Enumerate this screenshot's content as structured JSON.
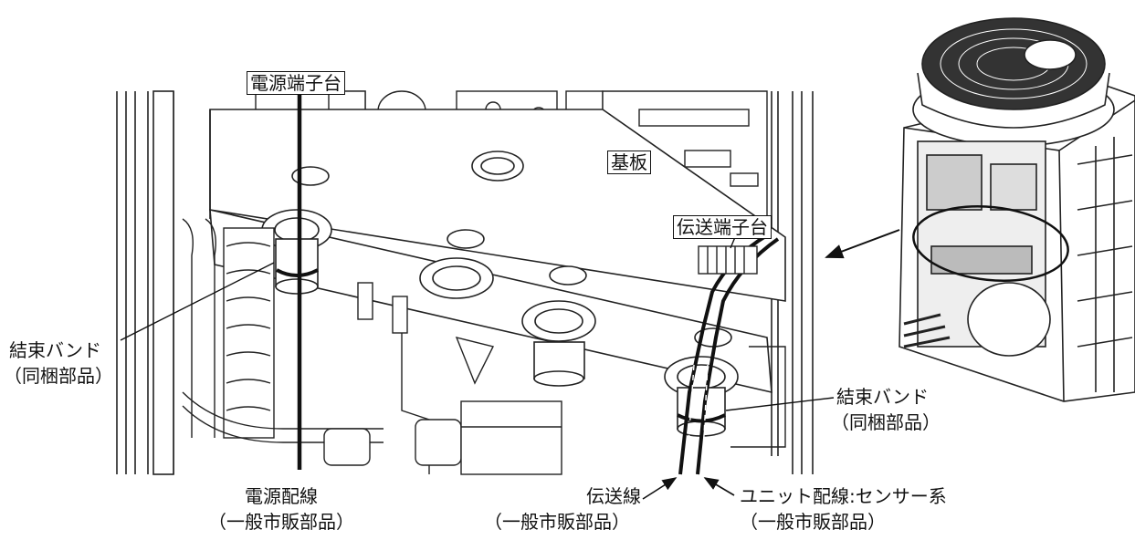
{
  "labels": {
    "power_terminal": "電源端子台",
    "board": "基板",
    "transmission_terminal": "伝送端子台",
    "band_left_line1": "結束バンド",
    "band_left_line2": "（同梱部品）",
    "band_right_line1": "結束バンド",
    "band_right_line2": "（同梱部品）",
    "power_wire_line1": "電源配線",
    "power_wire_line2": "（一般市販部品）",
    "transmission_wire_line1": "伝送線",
    "transmission_wire_line2": "（一般市販部品）",
    "unit_wire_line1": "ユニット配線:センサー系",
    "unit_wire_line2": "（一般市販部品）"
  }
}
